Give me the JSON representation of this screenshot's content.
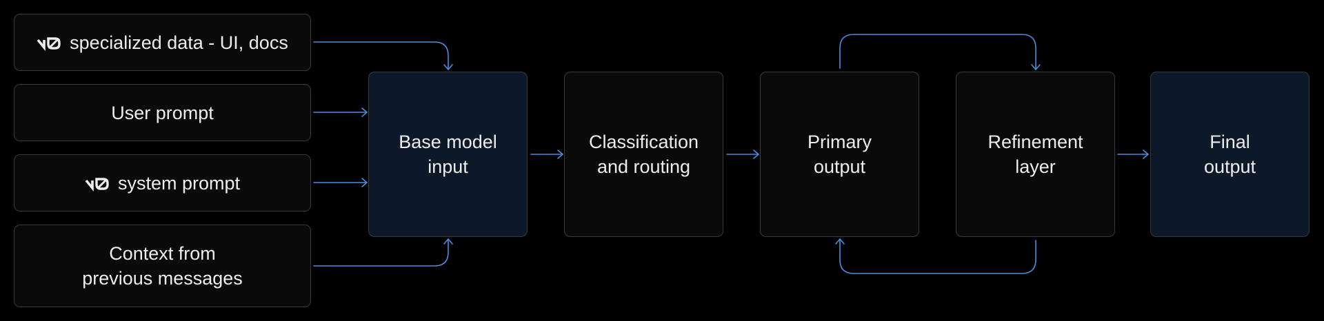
{
  "inputs": {
    "specialized": {
      "brand": "v0",
      "text": "specialized data - UI, docs"
    },
    "user_prompt": {
      "text": "User prompt"
    },
    "system_prompt": {
      "brand": "v0",
      "text": "system prompt"
    },
    "context": {
      "line1": "Context from",
      "line2": "previous messages"
    }
  },
  "stages": {
    "base_model": {
      "line1": "Base model",
      "line2": "input"
    },
    "classification": {
      "line1": "Classification",
      "line2": "and routing"
    },
    "primary": {
      "line1": "Primary",
      "line2": "output"
    },
    "refinement": {
      "line1": "Refinement",
      "line2": "layer"
    },
    "final": {
      "line1": "Final",
      "line2": "output"
    }
  },
  "colors": {
    "connector": "#4a8fe0",
    "box_border": "#3a3a3a",
    "box_fill": "#0a0a0a",
    "highlight_fill": "#0d1929",
    "text": "#ededed",
    "background": "#000000"
  },
  "icons": {
    "brand_logo": "v0-logo-icon",
    "arrow_head": "chevron-arrow-icon"
  }
}
